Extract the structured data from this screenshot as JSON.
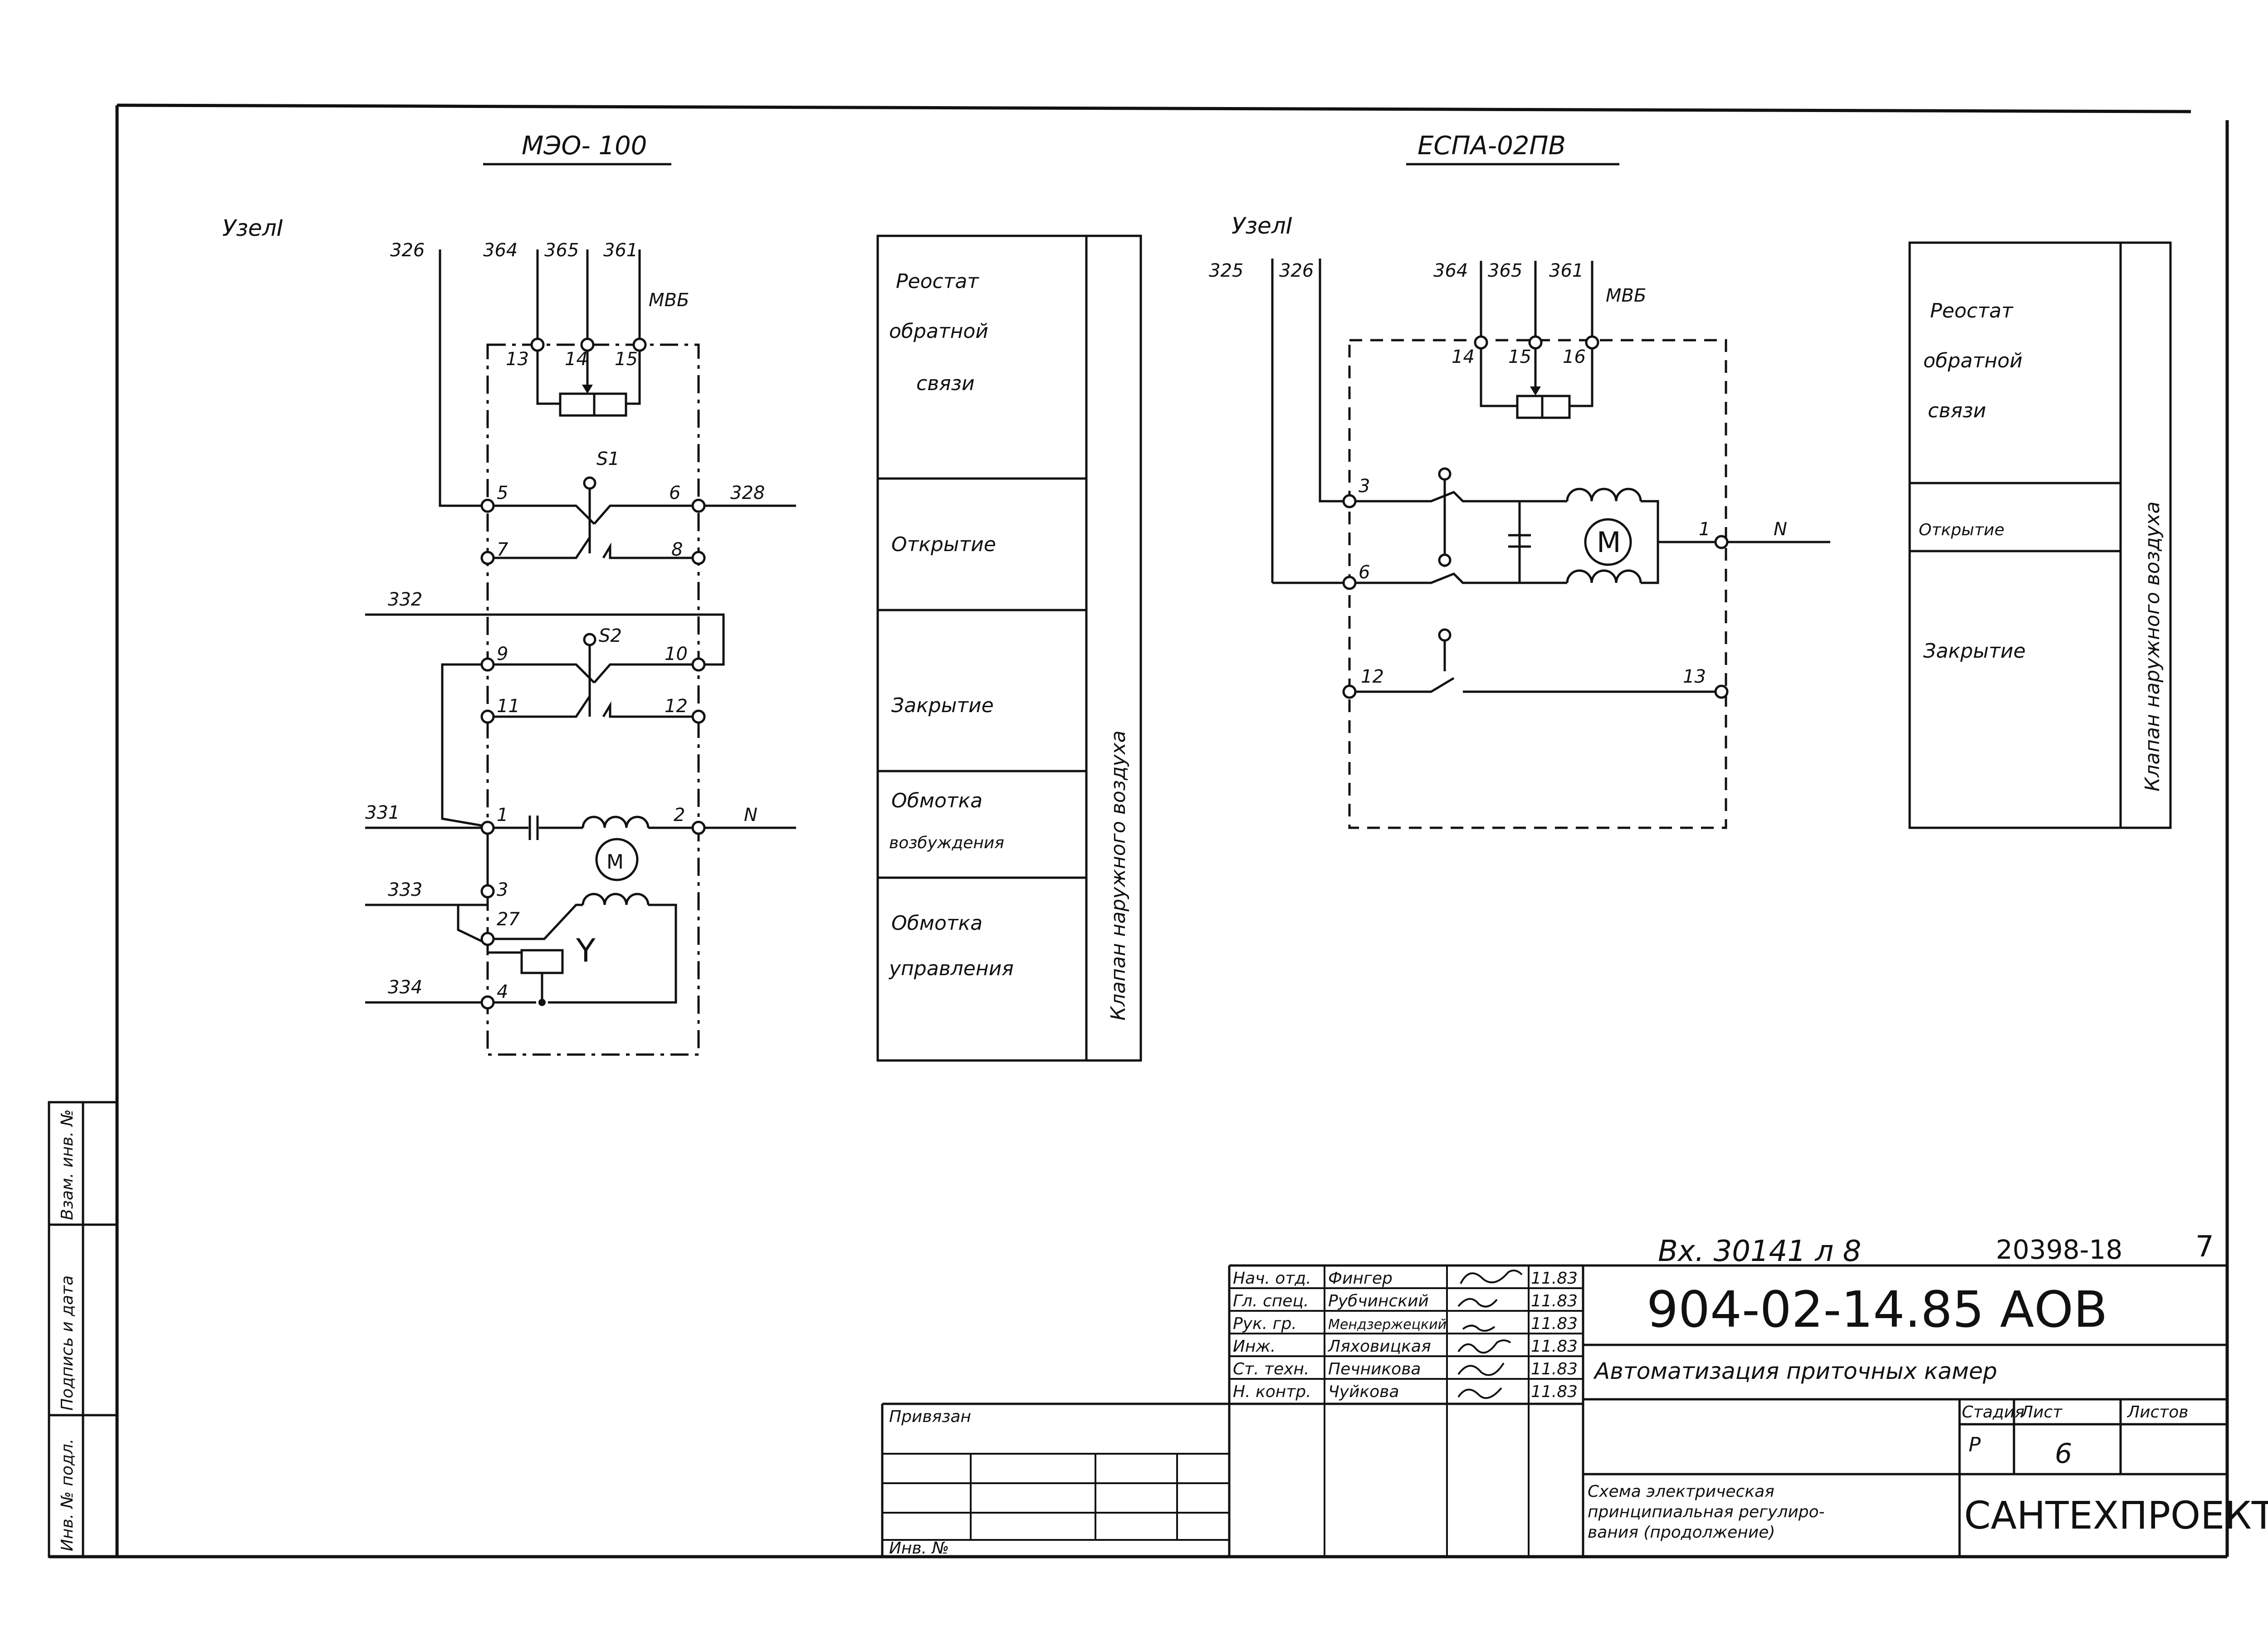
{
  "left_title": "МЭО- 100",
  "right_title": "ЕСПА-02ПВ",
  "left_node": "УзелI",
  "right_node": "УзелI",
  "left_terminals": {
    "t326": "326",
    "t364": "364",
    "t365": "365",
    "t361": "361",
    "mvb": "МВБ",
    "t328": "328",
    "t332": "332",
    "t331": "331",
    "t333": "333",
    "t334": "334",
    "n": "N",
    "c13": "13",
    "c14": "14",
    "c15": "15",
    "c5": "5",
    "c6": "6",
    "c7": "7",
    "c8": "8",
    "c9": "9",
    "c10": "10",
    "c11": "11",
    "c12": "12",
    "c1": "1",
    "c2": "2",
    "c3": "3",
    "c27": "27",
    "c4": "4",
    "s1": "S1",
    "s2": "S2",
    "y": "Y",
    "m": "M"
  },
  "right_terminals": {
    "t325": "325",
    "t326": "326",
    "t364": "364",
    "t365": "365",
    "t361": "361",
    "mvb": "МВБ",
    "n": "N",
    "c14": "14",
    "c15": "15",
    "c16": "16",
    "c3": "3",
    "c6": "6",
    "c12": "12",
    "c13": "13",
    "c1": "1",
    "m": "M"
  },
  "left_legend": {
    "rows": [
      "Реостат обратной связи",
      "Открытие",
      "Закрытие",
      "Обмотка возбуждения",
      "Обмотка управления"
    ],
    "side_label": "Клапан наружного воздуха"
  },
  "right_legend": {
    "rows": [
      "Реостат обратной связи",
      "Открытие",
      "Закрытие"
    ],
    "side_label": "Клапан наружного воздуха"
  },
  "title_block": {
    "archive_no": "Вх. 30141 л 8",
    "sheet_code": "20398-18",
    "page_no": "7",
    "doc_code": "904-02-14.85 АОВ",
    "project": "Автоматизация приточных камер",
    "drawing_title": "Схема электрическая принципиальная регулирования (продолжение)",
    "organization": "САНТЕХПРОЕКТ",
    "stage_header": "Стадия",
    "sheet_header": "Лист",
    "sheets_header": "Листов",
    "stage": "Р",
    "sheet": "6",
    "bound_label": "Привязан",
    "inv_label": "Инв. №",
    "roles": [
      {
        "role": "Нач. отд.",
        "name": "Фингер",
        "date": "11.83"
      },
      {
        "role": "Гл. спец.",
        "name": "Рубчинский",
        "date": "11.83"
      },
      {
        "role": "Рук. гр.",
        "name": "Мендзержецкий",
        "date": "11.83"
      },
      {
        "role": "Инж.",
        "name": "Ляховицкая",
        "date": "11.83"
      },
      {
        "role": "Ст. техн.",
        "name": "Печникова",
        "date": "11.83"
      },
      {
        "role": "Н. контр.",
        "name": "Чуйкова",
        "date": "11.83"
      }
    ],
    "side_stamps": [
      "Инв. № подл.",
      "Подпись и дата",
      "Взам. инв. №"
    ]
  }
}
